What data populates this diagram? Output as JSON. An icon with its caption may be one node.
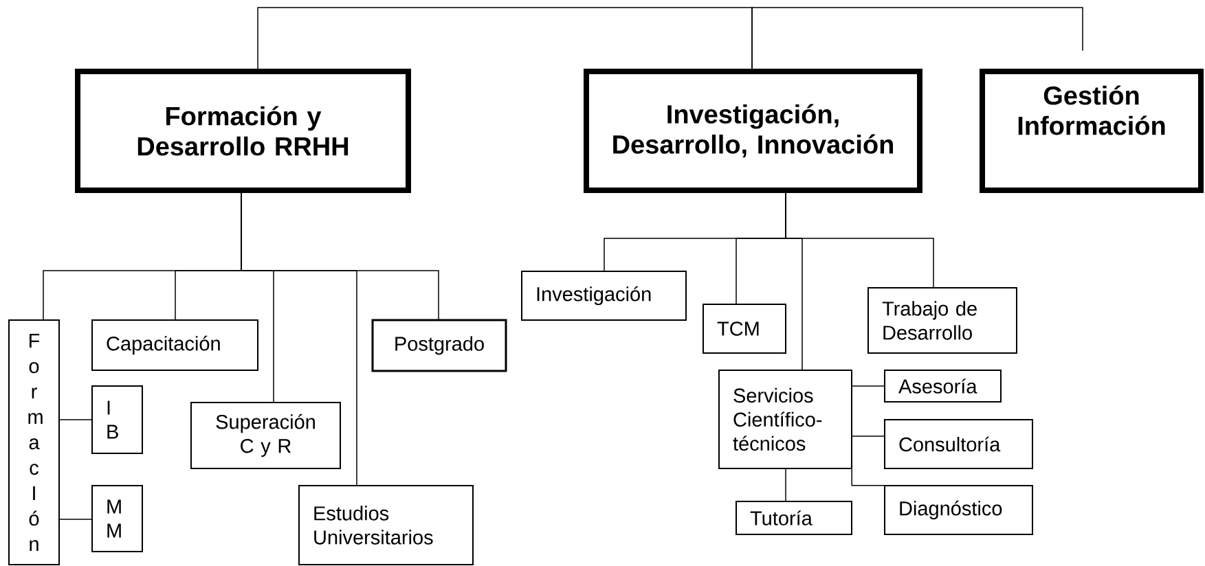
{
  "diagram": {
    "nodes": [
      {
        "text": [
          "Formación y Desarrollo RRHH"
        ]
      },
      {
        "text": [
          "Investigación, Desarrollo, Innovación"
        ]
      },
      {
        "text": [
          "Gestión Información"
        ]
      },
      {
        "text": [
          "FormacIón"
        ]
      },
      {
        "text": [
          "Capacitación"
        ]
      },
      {
        "text": [
          "I B"
        ]
      },
      {
        "text": [
          "M M"
        ]
      },
      {
        "text": [
          "Superación C y R"
        ]
      },
      {
        "text": [
          "Estudios Universitarios"
        ]
      },
      {
        "text": [
          "Postgrado"
        ]
      },
      {
        "text": [
          "Investigación"
        ]
      },
      {
        "text": [
          "TCM"
        ]
      },
      {
        "text": [
          "Servicios Científico-técnicos"
        ]
      },
      {
        "text": [
          "Trabajo de Desarrollo"
        ]
      },
      {
        "text": [
          "Asesoría"
        ]
      },
      {
        "text": [
          "Consultoría"
        ]
      },
      {
        "text": [
          "Diagnóstico"
        ]
      },
      {
        "text": [
          "Tutoría"
        ]
      }
    ],
    "edges": [
      {
        "from": 0,
        "to": 1,
        "arrow": "none"
      },
      {
        "from": 1,
        "to": 2,
        "arrow": "none"
      },
      {
        "from": 0,
        "to": 3,
        "arrow": "none"
      },
      {
        "from": 0,
        "to": 4,
        "arrow": "none"
      },
      {
        "from": 0,
        "to": 7,
        "arrow": "none"
      },
      {
        "from": 0,
        "to": 8,
        "arrow": "none"
      },
      {
        "from": 0,
        "to": 9,
        "arrow": "none"
      },
      {
        "from": 3,
        "to": 5,
        "arrow": "none"
      },
      {
        "from": 3,
        "to": 6,
        "arrow": "none"
      },
      {
        "from": 1,
        "to": 10,
        "arrow": "none"
      },
      {
        "from": 1,
        "to": 11,
        "arrow": "none"
      },
      {
        "from": 1,
        "to": 12,
        "arrow": "none"
      },
      {
        "from": 1,
        "to": 13,
        "arrow": "none"
      },
      {
        "from": 12,
        "to": 14,
        "arrow": "none"
      },
      {
        "from": 12,
        "to": 15,
        "arrow": "none"
      },
      {
        "from": 12,
        "to": 16,
        "arrow": "none"
      },
      {
        "from": 12,
        "to": 17,
        "arrow": "none"
      }
    ]
  }
}
